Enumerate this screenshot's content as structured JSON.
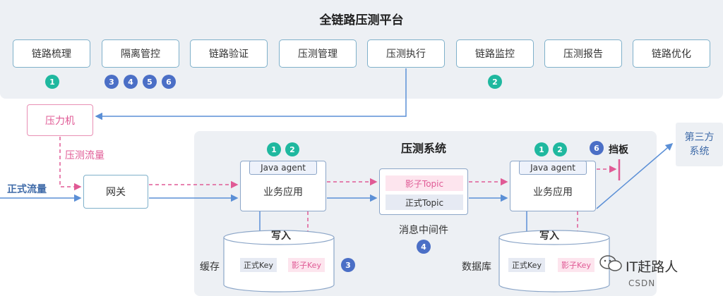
{
  "platform": {
    "title": "全链路压测平台",
    "modules": [
      "链路梳理",
      "隔离管控",
      "链路验证",
      "压测管理",
      "压测执行",
      "链路监控",
      "压测报告",
      "链路优化"
    ],
    "badges": {
      "sort": [
        "1"
      ],
      "isolation": [
        "3",
        "4",
        "5",
        "6"
      ],
      "monitor": [
        "2"
      ]
    }
  },
  "pressure_machine": "压力机",
  "pressure_flow": "压测流量",
  "real_flow": "正式流量",
  "gateway": "网关",
  "system": {
    "title": "压测系统",
    "agent": "Java agent",
    "app": "业务应用",
    "badges_left": [
      "1",
      "2"
    ],
    "badges_right": [
      "1",
      "2"
    ],
    "mq": {
      "shadow_topic": "影子Topic",
      "normal_topic": "正式Topic",
      "label": "消息中间件",
      "badge": "4"
    },
    "cache": {
      "label": "缓存",
      "write": "写入",
      "normal_key": "正式Key",
      "shadow_key": "影子Key",
      "badge": "3"
    },
    "database": {
      "label": "数据库",
      "write": "写入",
      "normal_key": "正式Key",
      "shadow_key": "影子Key"
    },
    "baffle": {
      "badge": "6",
      "label": "挡板"
    }
  },
  "third_party": {
    "line1": "第三方",
    "line2": "系统"
  },
  "watermark": {
    "brand": "IT赶路人",
    "source": "CSDN"
  },
  "colors": {
    "teal": "#1fb89f",
    "blue": "#4b6fc6",
    "pink": "#e05a95",
    "line_blue": "#5b8fd6",
    "border": "#7fb0ca"
  }
}
